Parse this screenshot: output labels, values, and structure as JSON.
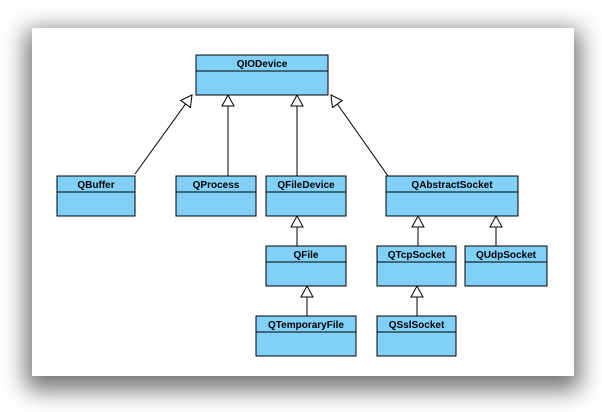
{
  "colors": {
    "class_fill": "#80d0f8",
    "class_stroke": "#000000",
    "line": "#000000"
  },
  "classes": {
    "qiodevice": "QIODevice",
    "qbuffer": "QBuffer",
    "qprocess": "QProcess",
    "qfiledevice": "QFileDevice",
    "qabstractsocket": "QAbstractSocket",
    "qfile": "QFile",
    "qtcpsocket": "QTcpSocket",
    "qudpsocket": "QUdpSocket",
    "qtemporaryfile": "QTemporaryFile",
    "qsslsocket": "QSslSocket"
  },
  "inheritance": [
    {
      "child": "qbuffer",
      "parent": "qiodevice"
    },
    {
      "child": "qprocess",
      "parent": "qiodevice"
    },
    {
      "child": "qfiledevice",
      "parent": "qiodevice"
    },
    {
      "child": "qabstractsocket",
      "parent": "qiodevice"
    },
    {
      "child": "qfile",
      "parent": "qfiledevice"
    },
    {
      "child": "qtemporaryfile",
      "parent": "qfile"
    },
    {
      "child": "qtcpsocket",
      "parent": "qabstractsocket"
    },
    {
      "child": "qudpsocket",
      "parent": "qabstractsocket"
    },
    {
      "child": "qsslsocket",
      "parent": "qtcpsocket"
    }
  ]
}
